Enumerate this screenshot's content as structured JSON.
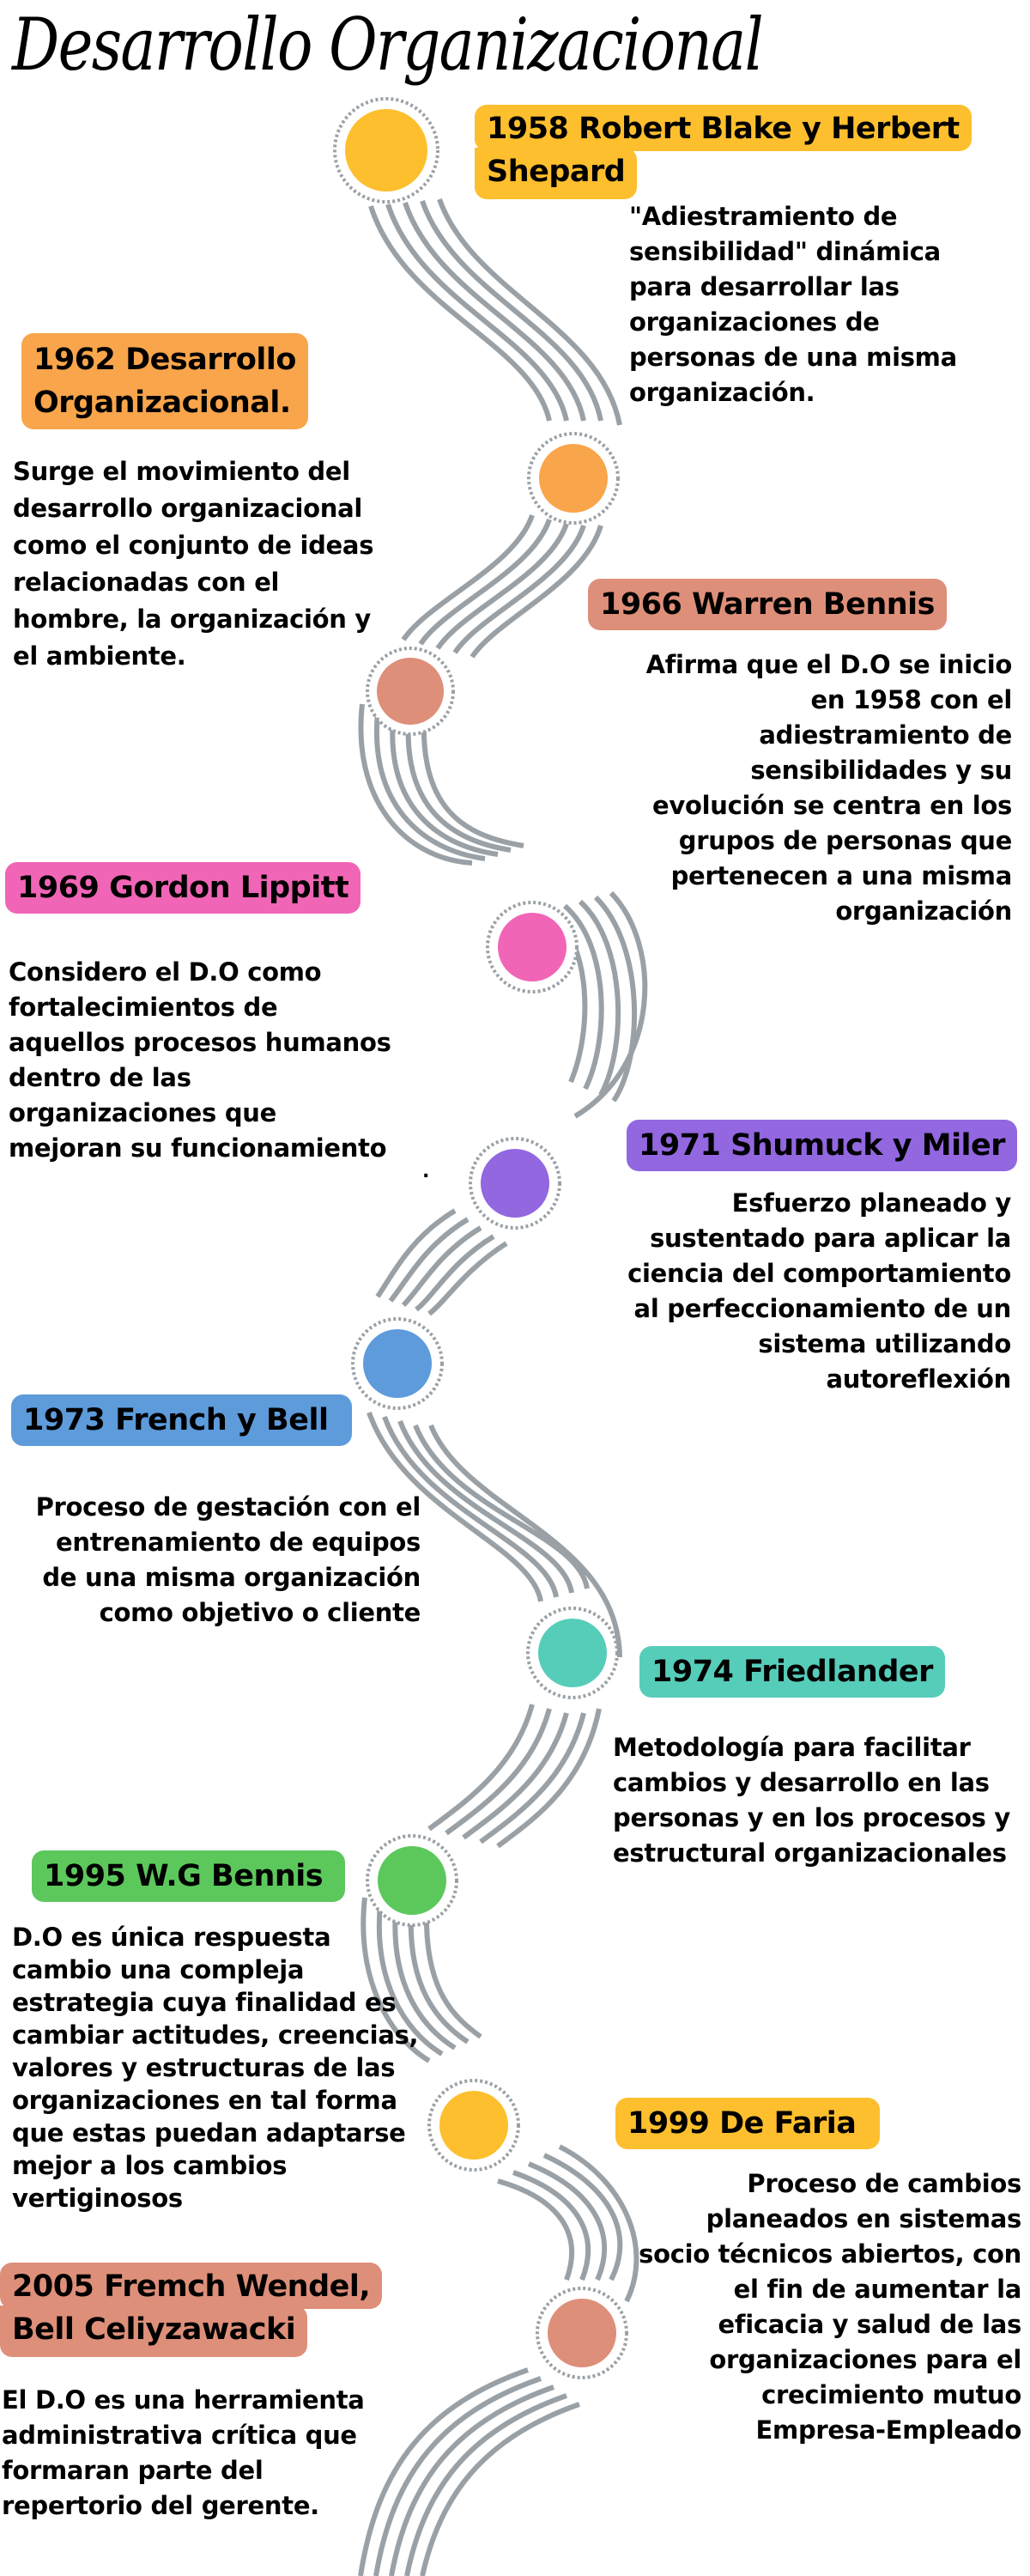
{
  "title": "Desarrollo Organizacional",
  "colors": {
    "path": "#9aa1a6",
    "ring": "#9aa1a6",
    "yellow": "#fdbf2d",
    "orange": "#f9a54b",
    "salmon": "#de8f79",
    "pink": "#f165b6",
    "purple": "#9267e0",
    "blue": "#5d9bdb",
    "teal": "#56cdb9",
    "green": "#5cc85c"
  },
  "events": [
    {
      "year": "1958",
      "heading_line1": "1958 Robert Blake y Herbert",
      "heading_line2": "Shepard",
      "color": "#fdbf2d",
      "description": "\"Adiestramiento de\nsensibilidad\" dinámica\npara desarrollar las\norganizaciones de\npersonas de una misma\norganización."
    },
    {
      "year": "1962",
      "heading_line1": "1962  Desarrollo",
      "heading_line2": "Organizacional.",
      "color": "#f9a54b",
      "description": "Surge el movimiento del\ndesarrollo organizacional\ncomo el conjunto de ideas\nrelacionadas con el\nhombre, la organización y\nel ambiente."
    },
    {
      "year": "1966",
      "heading_line1": "1966 Warren Bennis",
      "color": "#de8f79",
      "description": "Afirma que el D.O se inicio\nen 1958 con el\nadiestramiento de\nsensibilidades y su\nevolución se centra en los\ngrupos de personas que\npertenecen a una misma\norganización"
    },
    {
      "year": "1969",
      "heading_line1": "1969 Gordon Lippitt",
      "color": "#f165b6",
      "description": "Considero el D.O como\nfortalecimientos de\naquellos procesos humanos\ndentro de las\norganizaciones que\nmejoran su funcionamiento"
    },
    {
      "year": "1971",
      "heading_line1": "1971 Shumuck y Miler",
      "color": "#9267e0",
      "description": "Esfuerzo planeado y\nsustentado para aplicar la\nciencia del comportamiento\nal perfeccionamiento de un\nsistema utilizando\nautoreflexión"
    },
    {
      "year": "1973",
      "heading_line1": "1973 French y Bell",
      "color": "#5d9bdb",
      "description": "Proceso de gestación con el\nentrenamiento de equipos\nde una misma organización\ncomo objetivo o cliente"
    },
    {
      "year": "1974",
      "heading_line1": "1974 Friedlander",
      "color": "#56cdb9",
      "description": "Metodología para facilitar\ncambios y desarrollo en las\npersonas y en los procesos y\nestructural organizacionales"
    },
    {
      "year": "1995",
      "heading_line1": "1995 W.G Bennis",
      "color": "#5cc85c",
      "description": "D.O es única respuesta\ncambio una compleja\nestrategia cuya finalidad es\ncambiar actitudes, creencias,\nvalores y estructuras de las\norganizaciones en tal forma\nque estas puedan adaptarse\nmejor a los cambios\nvertiginosos"
    },
    {
      "year": "1999",
      "heading_line1": "1999 De Faria",
      "color": "#fdbf2d",
      "description": "Proceso de cambios\nplaneados en sistemas\nsocio técnicos abiertos, con\nel fin de aumentar la\neficacia y salud de las\norganizaciones para el\ncrecimiento mutuo\nEmpresa-Empleado"
    },
    {
      "year": "2005",
      "heading_line1": "2005 Fremch Wendel,",
      "heading_line2": "Bell Celiyzawacki",
      "color": "#de8f79",
      "description": "El D.O es una herramienta\nadministrativa crítica que\nformaran parte del\nrepertorio del gerente."
    }
  ],
  "stray_mark": "."
}
